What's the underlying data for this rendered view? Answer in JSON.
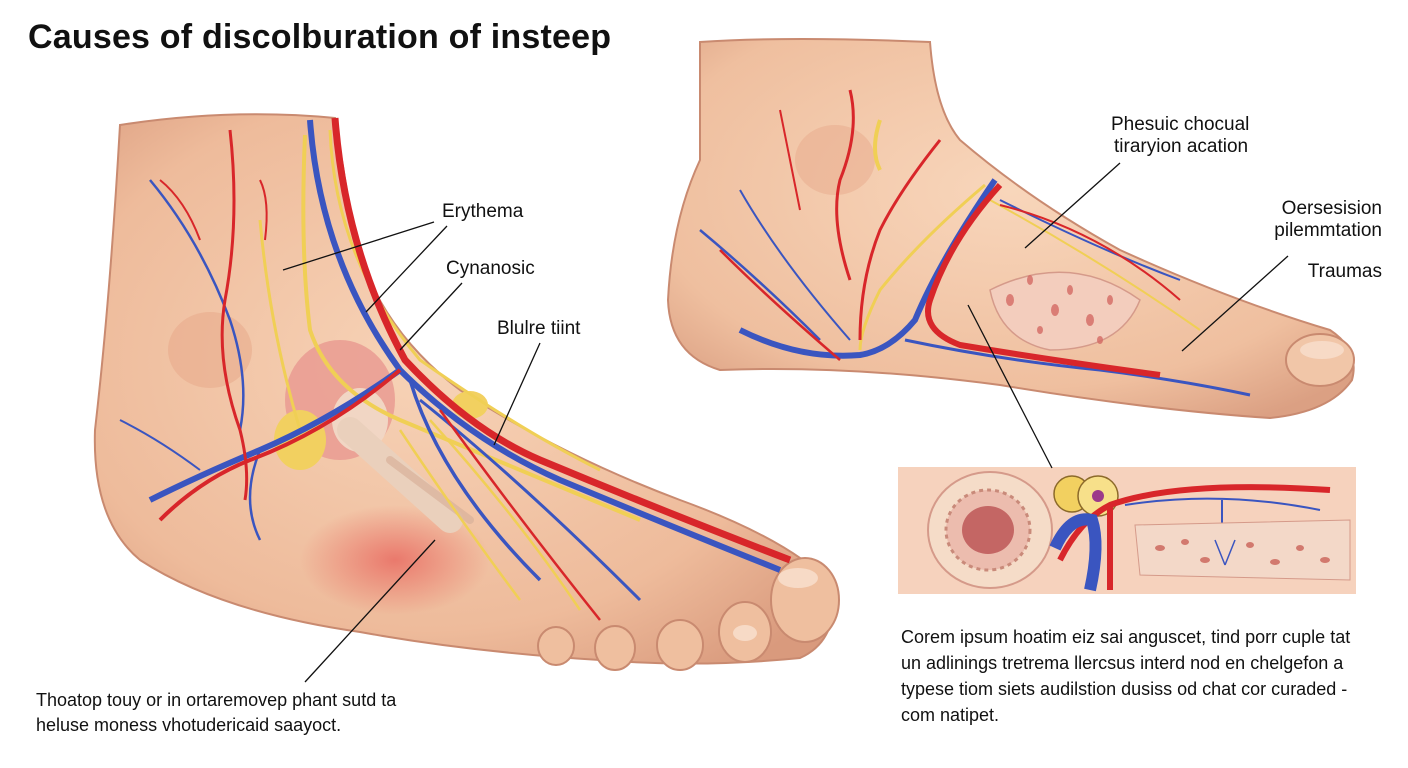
{
  "title": "Causes of  discolburation of insteep",
  "labels": {
    "erythema": "Erythema",
    "cyanosic": "Cynanosic",
    "blue_tint": "Blulre tiint",
    "phesuic_1": "Phesuic chocual",
    "phesuic_2": "tiraryion acation",
    "oersesision_1": "Oersesision",
    "oersesision_2": "pilemmtation",
    "traumas": "Traumas"
  },
  "captions": {
    "left_1": "Thoatop touy or in ortaremovep phant sutd ta",
    "left_2": "heluse moness vhotudericaid saayoct.",
    "right_1": "Corem ipsum hoatim eiz sai anguscet, tind porr cuple tat",
    "right_2": "un adlinings tretrema llercsus interd nod en chelgefon a",
    "right_3": "typese tiom siets audilstion dusiss od chat cor curaded -",
    "right_4": "com natipet."
  },
  "colors": {
    "skin": "#efbf9f",
    "skin_shadow": "#d9957a",
    "artery": "#d8262a",
    "vein": "#3a55c0",
    "nerve": "#f2d35a",
    "inset_bg": "#f6d2bd"
  }
}
